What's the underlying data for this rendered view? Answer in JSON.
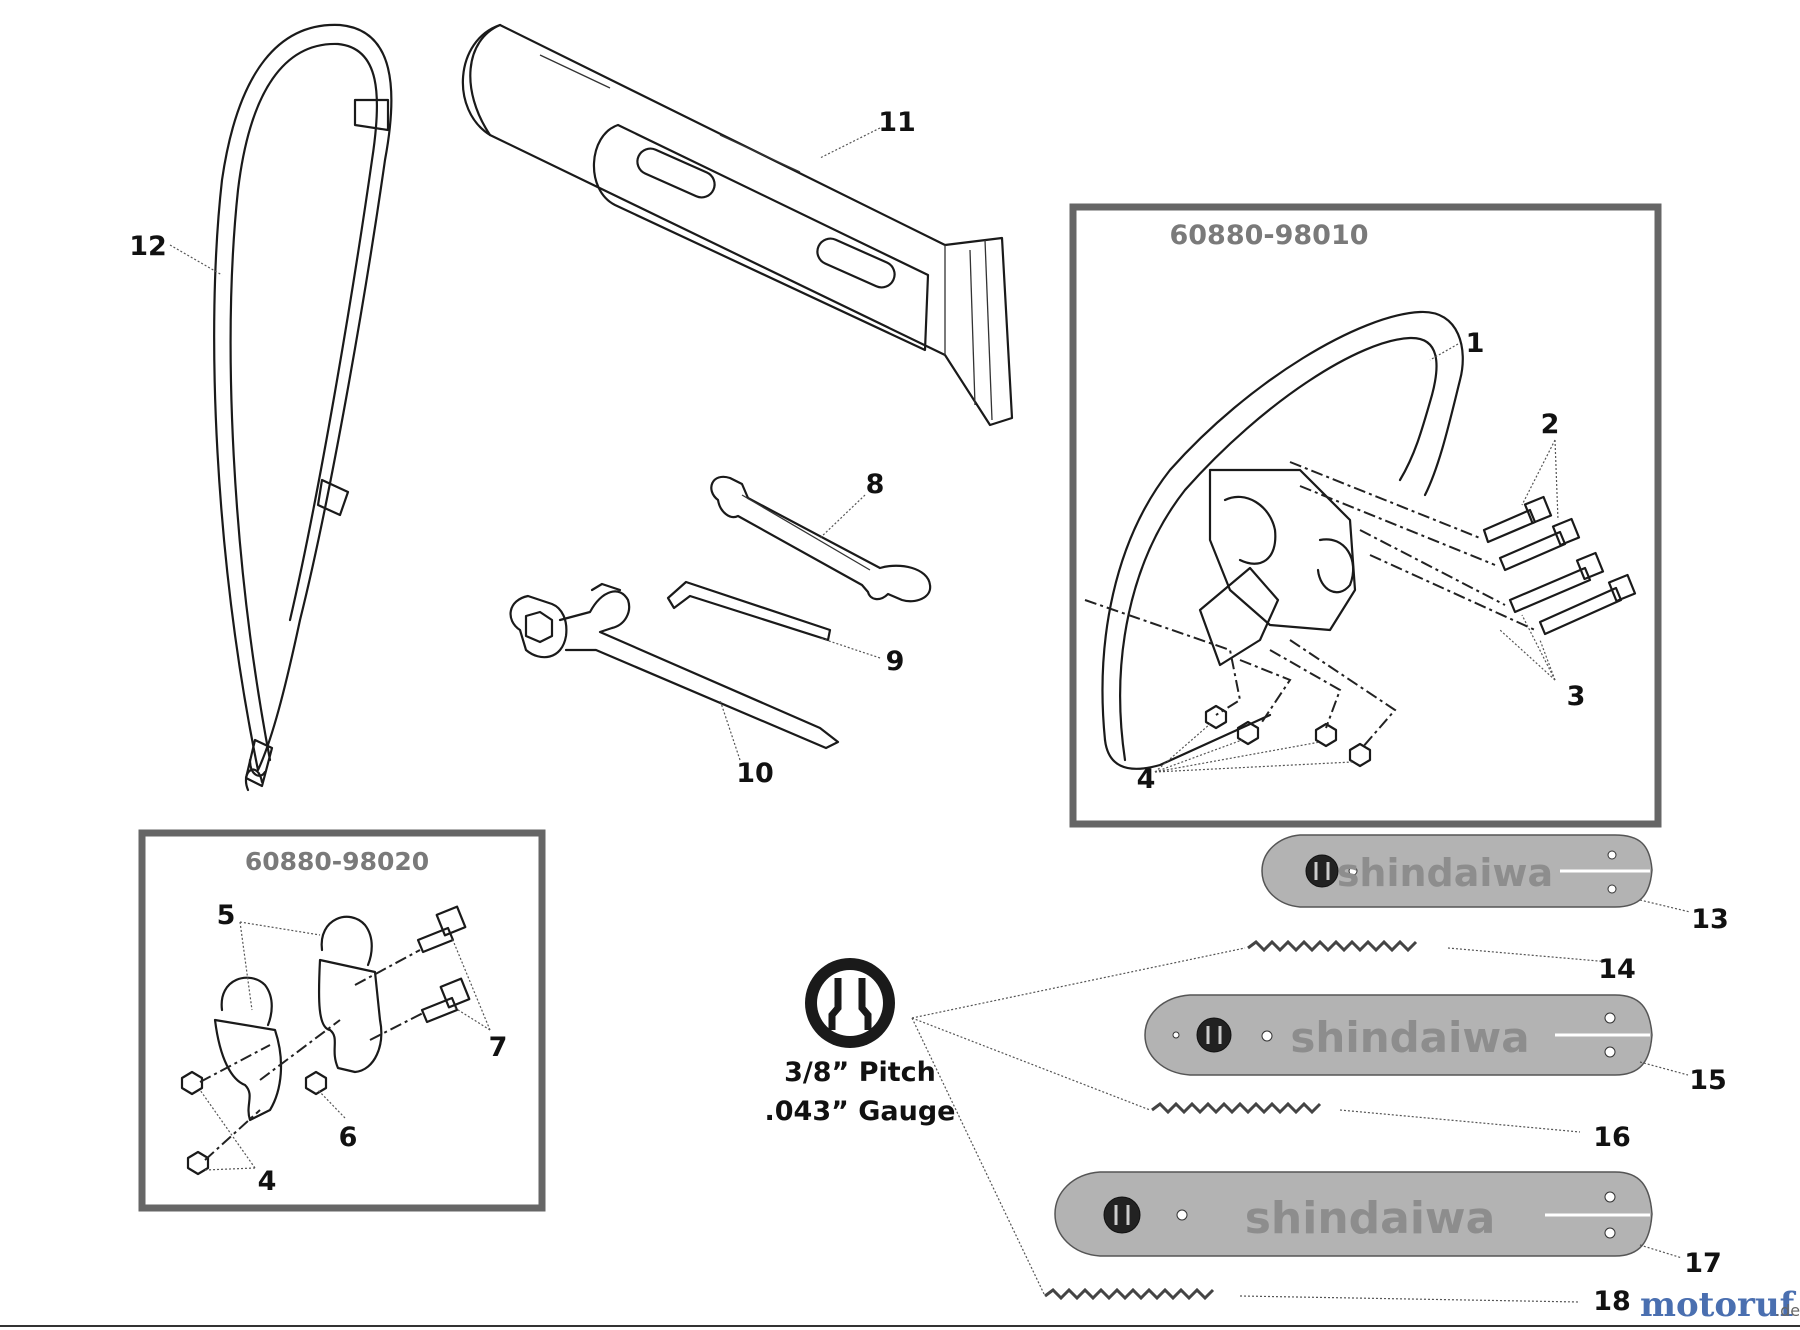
{
  "kit_labels": {
    "handle_kit": "60880-98010",
    "clamp_kit": "60880-98020"
  },
  "callouts": {
    "c1": "1",
    "c2": "2",
    "c3": "3",
    "c4a": "4",
    "c4b": "4",
    "c5": "5",
    "c6": "6",
    "c7": "7",
    "c8": "8",
    "c9": "9",
    "c10": "10",
    "c11": "11",
    "c12": "12",
    "c13": "13",
    "c14": "14",
    "c15": "15",
    "c16": "16",
    "c17": "17",
    "c18": "18"
  },
  "chain_spec": {
    "pitch": "3/8” Pitch",
    "gauge": ".043” Gauge"
  },
  "bar_brand": "shindaiwa",
  "watermark": {
    "text": "motoruf",
    "suffix": ".de"
  }
}
